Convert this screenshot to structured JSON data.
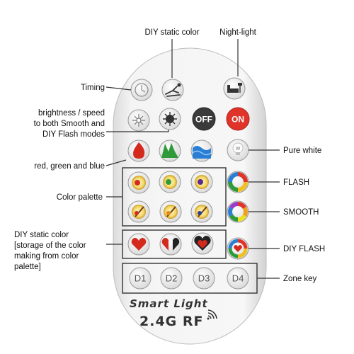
{
  "labels": {
    "diy_static_color_top": "DIY static color",
    "night_light": "Night-light",
    "timing": "Timing",
    "brightness_line1": "brightness / speed",
    "brightness_line2": "to both Smooth and",
    "brightness_line3": "DIY Flash modes",
    "pure_white": "Pure white",
    "rgb": "red, green and blue",
    "flash": "FLASH",
    "color_palette": "Color palette",
    "smooth": "SMOOTH",
    "diy_static_line1": "DIY static color",
    "diy_static_line2": "[storage of the color",
    "diy_static_line3": "making from color",
    "diy_static_line4": "palette]",
    "diy_flash": "DIY FLASH",
    "zone_key": "Zone key"
  },
  "buttons": {
    "off": "OFF",
    "on": "ON",
    "white_w": "W",
    "zones": [
      "D1",
      "D2",
      "D3",
      "D4"
    ]
  },
  "brand": {
    "line1": "Smart Light",
    "line2": "2.4G RF"
  },
  "colors": {
    "off_button": "#3a3a3a",
    "on_button": "#e0342a",
    "red": "#d42a1e",
    "green": "#2f9a3a",
    "blue": "#2a7fd4"
  }
}
